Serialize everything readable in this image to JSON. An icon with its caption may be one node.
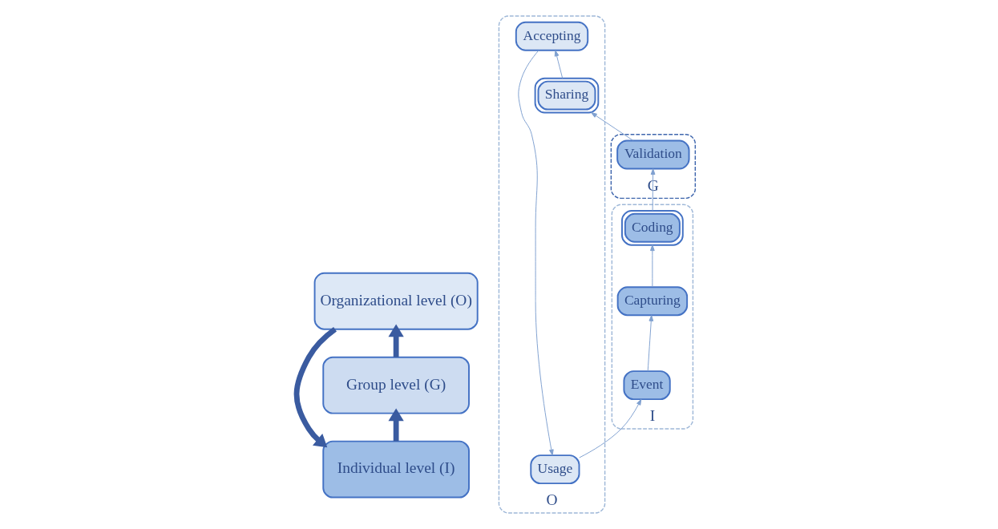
{
  "diagram": {
    "nodes": [
      {
        "text": [
          "Organizational level (O)"
        ]
      },
      {
        "text": [
          "Group level (G)"
        ]
      },
      {
        "text": [
          "Individual level (I)"
        ]
      },
      {
        "text": [
          "O"
        ]
      },
      {
        "text": [
          "Usage"
        ],
        "in": 3
      },
      {
        "text": [
          "Accepting"
        ],
        "in": 3
      },
      {
        "text": [
          "Sharing"
        ],
        "in": 3
      },
      {
        "text": [
          "I"
        ]
      },
      {
        "text": [
          "Event"
        ],
        "in": 7
      },
      {
        "text": [
          "Capturing"
        ],
        "in": 7
      },
      {
        "text": [
          "Coding"
        ],
        "in": 7
      },
      {
        "text": [
          "G"
        ]
      },
      {
        "text": [
          "Validation"
        ],
        "in": 11
      }
    ],
    "edges": [
      {
        "from": 2,
        "to": 1,
        "arrow": "to",
        "style": "thick"
      },
      {
        "from": 1,
        "to": 0,
        "arrow": "to",
        "style": "thick"
      },
      {
        "from": 0,
        "to": 2,
        "arrow": "to",
        "style": "thick"
      },
      {
        "from": 4,
        "to": 8,
        "arrow": "to"
      },
      {
        "from": 8,
        "to": 9,
        "arrow": "to"
      },
      {
        "from": 9,
        "to": 10,
        "arrow": "to"
      },
      {
        "from": 10,
        "to": 12,
        "arrow": "to"
      },
      {
        "from": 12,
        "to": 6,
        "arrow": "to"
      },
      {
        "from": 6,
        "to": 5,
        "arrow": "to"
      },
      {
        "from": 5,
        "to": 4,
        "arrow": "to"
      }
    ]
  }
}
